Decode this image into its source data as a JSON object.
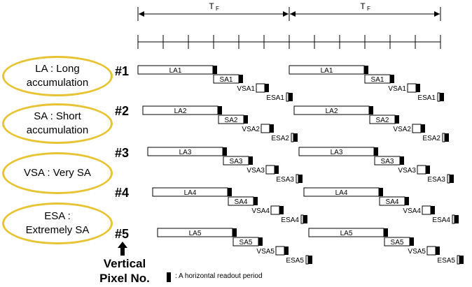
{
  "period": {
    "label": "T",
    "subscript": "F",
    "repeat_count": 2
  },
  "legend_ellipses": [
    {
      "text": "LA : Long\naccumulation"
    },
    {
      "text": "SA : Short\naccumulation"
    },
    {
      "text": "VSA : Very SA"
    },
    {
      "text": "ESA :\nExtremely SA"
    }
  ],
  "rows": [
    {
      "label": "#1",
      "bars": {
        "la": "LA1",
        "sa": "SA1",
        "vsa": "VSA1",
        "esa": "ESA1"
      }
    },
    {
      "label": "#2",
      "bars": {
        "la": "LA2",
        "sa": "SA2",
        "vsa": "VSA2",
        "esa": "ESA2"
      }
    },
    {
      "label": "#3",
      "bars": {
        "la": "LA3",
        "sa": "SA3",
        "vsa": "VSA3",
        "esa": "ESA3"
      }
    },
    {
      "label": "#4",
      "bars": {
        "la": "LA4",
        "sa": "SA4",
        "vsa": "VSA4",
        "esa": "ESA4"
      }
    },
    {
      "label": "#5",
      "bars": {
        "la": "LA5",
        "sa": "SA5",
        "vsa": "VSA5",
        "esa": "ESA5"
      }
    }
  ],
  "axis_label": "Vertical\nPixel No.",
  "readout_legend": ": A horizontal readout period",
  "colors": {
    "ellipse_border": "#e8c435",
    "readout_block": "#000000",
    "bar_fill": "#ffffff",
    "stroke": "#000000"
  },
  "icons": {
    "axis_arrow": "up-arrow-icon"
  }
}
